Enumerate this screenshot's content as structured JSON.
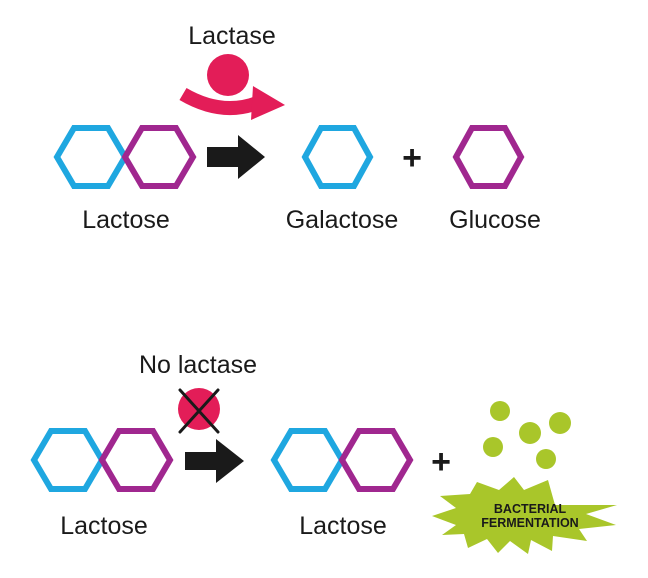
{
  "top": {
    "enzyme_label": "Lactase",
    "substrate_label": "Lactose",
    "product1_label": "Galactose",
    "plus": "+",
    "product2_label": "Glucose"
  },
  "bottom": {
    "enzyme_label": "No lactase",
    "substrate_label": "Lactose",
    "product_label": "Lactose",
    "plus": "+",
    "burst_line1": "BACTERIAL",
    "burst_line2": "FERMENTATION"
  },
  "colors": {
    "blue": "#1fa7e0",
    "purple": "#a0278f",
    "red": "#e31d58",
    "arrow": "#1a1a1a",
    "green": "#a9c62a"
  }
}
